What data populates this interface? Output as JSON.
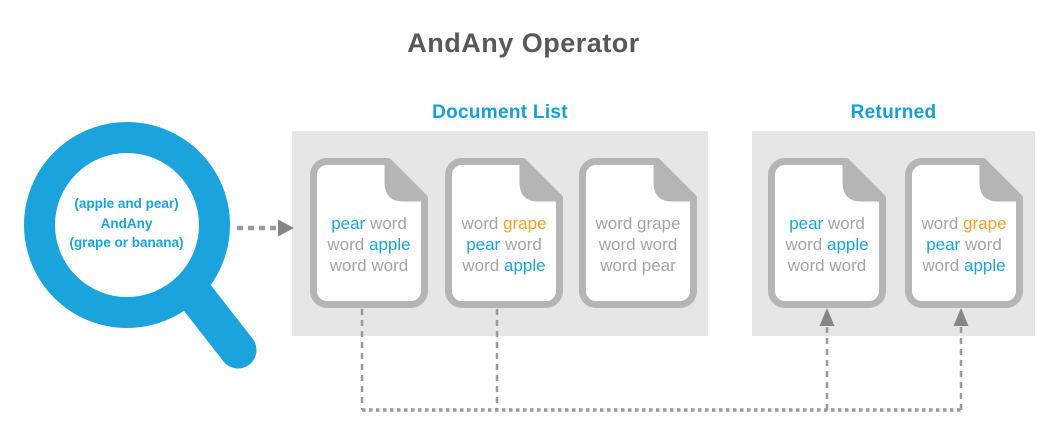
{
  "title": "AndAny Operator",
  "palette": {
    "blue": "#1AA3DC",
    "orange": "#F7A028",
    "gray": "#A4A4A4",
    "panel_bg": "#E6E6E4",
    "doc_border": "#B5B5B5",
    "title_gray": "#57585B",
    "connector_gray": "#9A9A9A"
  },
  "query": {
    "lines": [
      "(apple and pear)",
      "AndAny",
      "(grape or banana)"
    ]
  },
  "document_list": {
    "heading": "Document List",
    "documents": [
      {
        "label": "document-1",
        "lines": [
          [
            [
              "pear",
              "blue"
            ],
            [
              " word",
              "gray"
            ]
          ],
          [
            [
              "word ",
              "gray"
            ],
            [
              "apple",
              "blue"
            ]
          ],
          [
            [
              "word word",
              "gray"
            ]
          ]
        ]
      },
      {
        "label": "document-2",
        "lines": [
          [
            [
              "word ",
              "gray"
            ],
            [
              "grape",
              "orange"
            ]
          ],
          [
            [
              "pear",
              "blue"
            ],
            [
              " word",
              "gray"
            ]
          ],
          [
            [
              "word ",
              "gray"
            ],
            [
              "apple",
              "blue"
            ]
          ]
        ]
      },
      {
        "label": "document-3",
        "lines": [
          [
            [
              "word grape",
              "gray"
            ]
          ],
          [
            [
              "word word",
              "gray"
            ]
          ],
          [
            [
              "word pear",
              "gray"
            ]
          ]
        ]
      }
    ]
  },
  "returned": {
    "heading": "Returned",
    "documents": [
      {
        "label": "returned-document-1",
        "lines": [
          [
            [
              "pear",
              "blue"
            ],
            [
              " word",
              "gray"
            ]
          ],
          [
            [
              "word ",
              "gray"
            ],
            [
              "apple",
              "blue"
            ]
          ],
          [
            [
              "word word",
              "gray"
            ]
          ]
        ]
      },
      {
        "label": "returned-document-2",
        "lines": [
          [
            [
              "word ",
              "gray"
            ],
            [
              "grape",
              "orange"
            ]
          ],
          [
            [
              "pear",
              "blue"
            ],
            [
              " word",
              "gray"
            ]
          ],
          [
            [
              "word ",
              "gray"
            ],
            [
              "apple",
              "blue"
            ]
          ]
        ]
      }
    ]
  }
}
